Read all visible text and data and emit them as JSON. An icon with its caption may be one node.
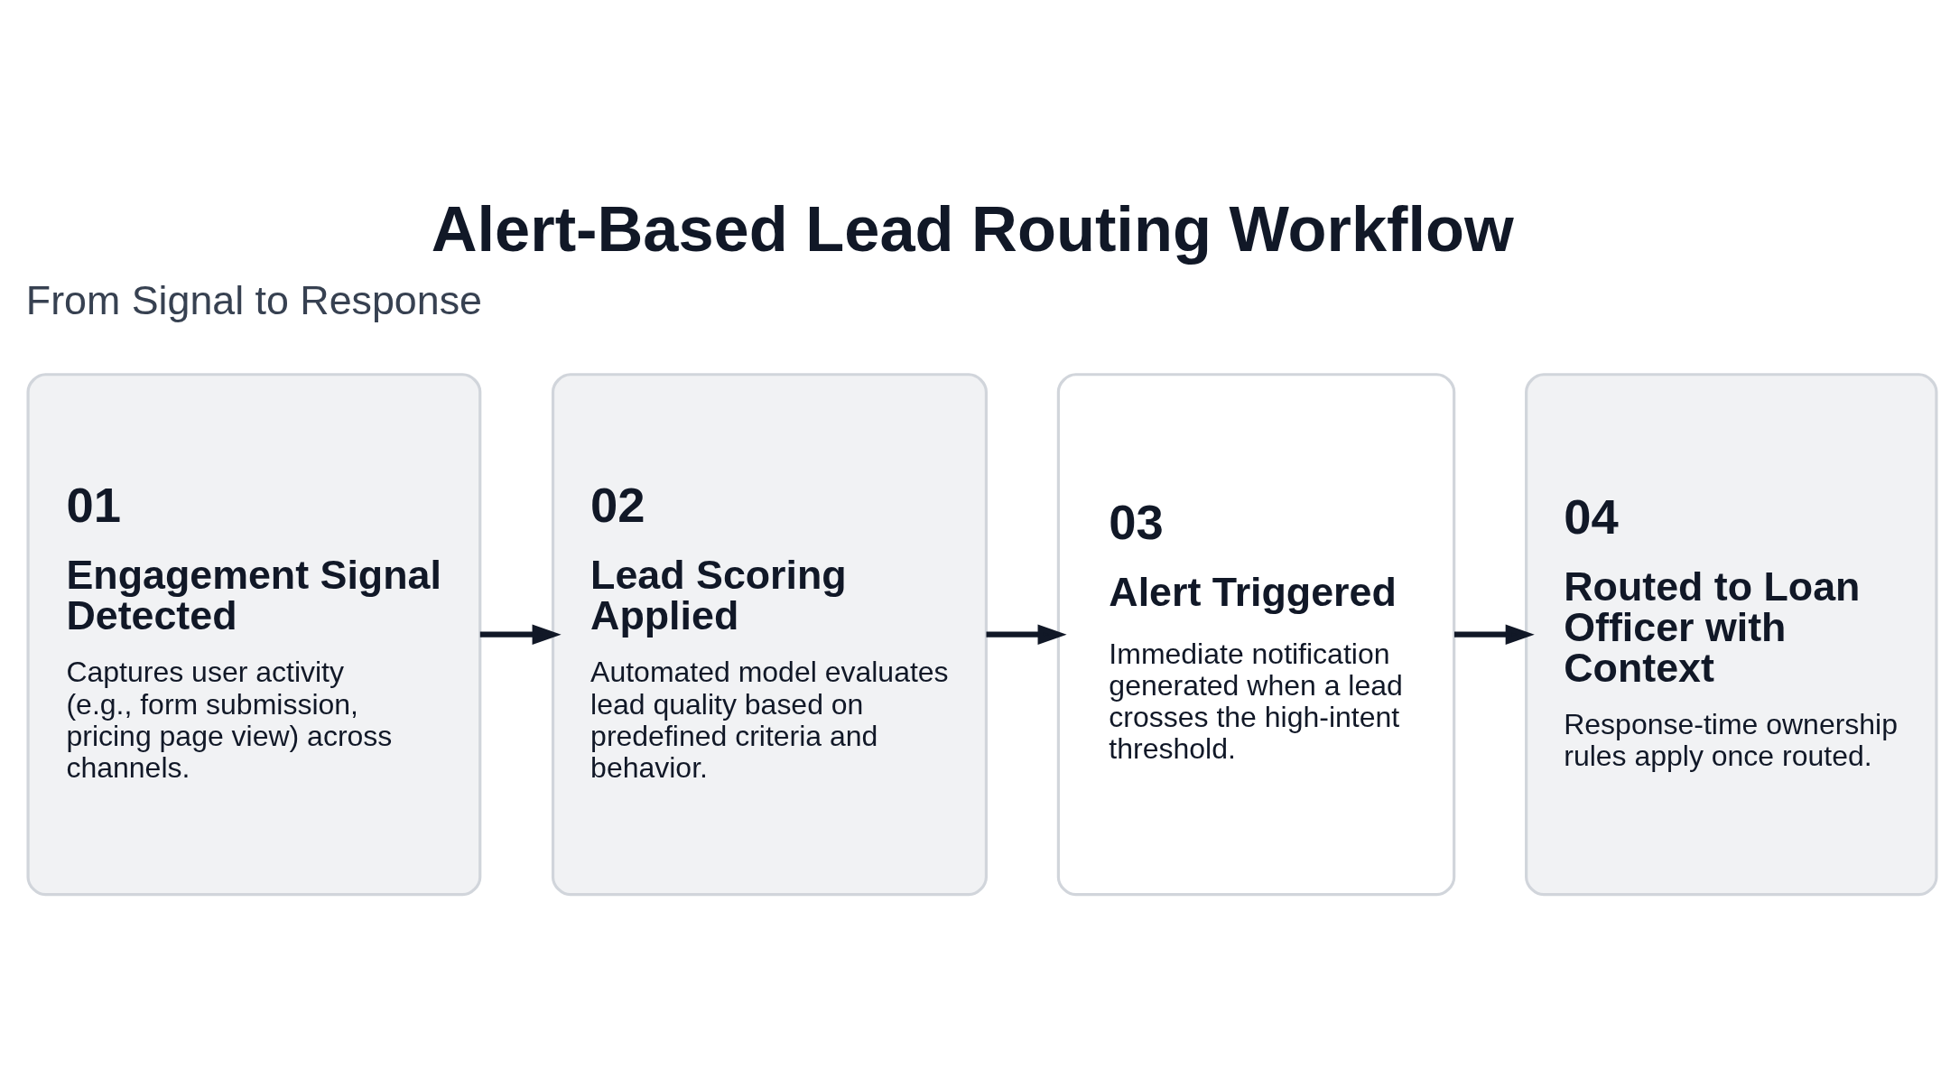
{
  "diagram": {
    "title": "Alert-Based Lead Routing Workflow",
    "nodes": [
      {
        "text": [
          "01",
          "Engagement Signal Detected",
          "Captures user activity (e.g., form submission, pricing page view) across channels."
        ]
      },
      {
        "text": [
          "02",
          "Lead Scoring Applied",
          "Automated model evaluates lead quality based on predefined criteria and behavior."
        ]
      },
      {
        "text": [
          "03",
          "Alert Triggered",
          "Immediate notification generated when a lead crosses the high-intent threshold."
        ]
      },
      {
        "text": [
          "04",
          "Routed to Loan Officer with Context",
          "Response-time ownership rules apply once routed."
        ]
      }
    ],
    "edges": [
      {
        "from": 0,
        "to": 1,
        "arrow": "to"
      },
      {
        "from": 1,
        "to": 2,
        "arrow": "to"
      },
      {
        "from": 2,
        "to": 3,
        "arrow": "to"
      }
    ],
    "labels": [
      "From Signal to Response"
    ]
  }
}
